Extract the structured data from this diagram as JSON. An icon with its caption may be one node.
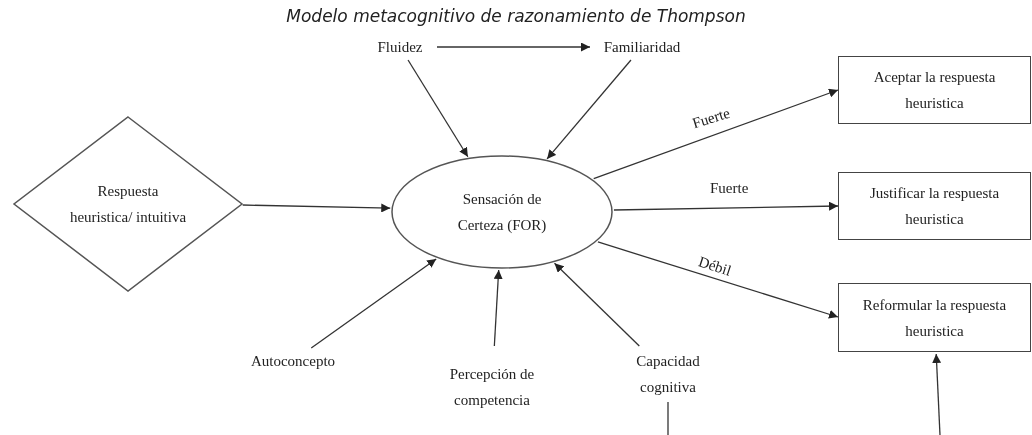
{
  "diagram": {
    "title": "Modelo metacognitivo de razonamiento de Thompson",
    "nodes": [
      {
        "text": [
          "Fluidez"
        ]
      },
      {
        "text": [
          "Familiaridad"
        ]
      },
      {
        "text": [
          "Respuesta heuristica/ intuitiva"
        ]
      },
      {
        "text": [
          "Sensación de Certeza (FOR)"
        ]
      },
      {
        "text": [
          "Aceptar la respuesta heuristica"
        ]
      },
      {
        "text": [
          "Justificar la respuesta heuristica"
        ]
      },
      {
        "text": [
          "Reformular la respuesta heuristica"
        ]
      },
      {
        "text": [
          "Autoconcepto"
        ]
      },
      {
        "text": [
          "Percepción de competencia"
        ]
      },
      {
        "text": [
          "Capacidad cognitiva"
        ]
      }
    ],
    "edges": [
      {
        "from": 0,
        "to": 1,
        "arrow": "to"
      },
      {
        "from": 0,
        "to": 3,
        "arrow": "to"
      },
      {
        "from": 1,
        "to": 3,
        "arrow": "to"
      },
      {
        "from": 2,
        "to": 3,
        "arrow": "to"
      },
      {
        "from": 3,
        "to": 4,
        "arrow": "to",
        "label": "Fuerte"
      },
      {
        "from": 3,
        "to": 5,
        "arrow": "to",
        "label": "Fuerte"
      },
      {
        "from": 3,
        "to": 6,
        "arrow": "to",
        "label": "Débil"
      },
      {
        "from": 7,
        "to": 3,
        "arrow": "to"
      },
      {
        "from": 8,
        "to": 3,
        "arrow": "to"
      },
      {
        "from": 9,
        "to": 3,
        "arrow": "to"
      },
      {
        "from": 9,
        "to": null,
        "arrow": "none"
      },
      {
        "from": null,
        "to": 6,
        "arrow": "to"
      }
    ]
  }
}
